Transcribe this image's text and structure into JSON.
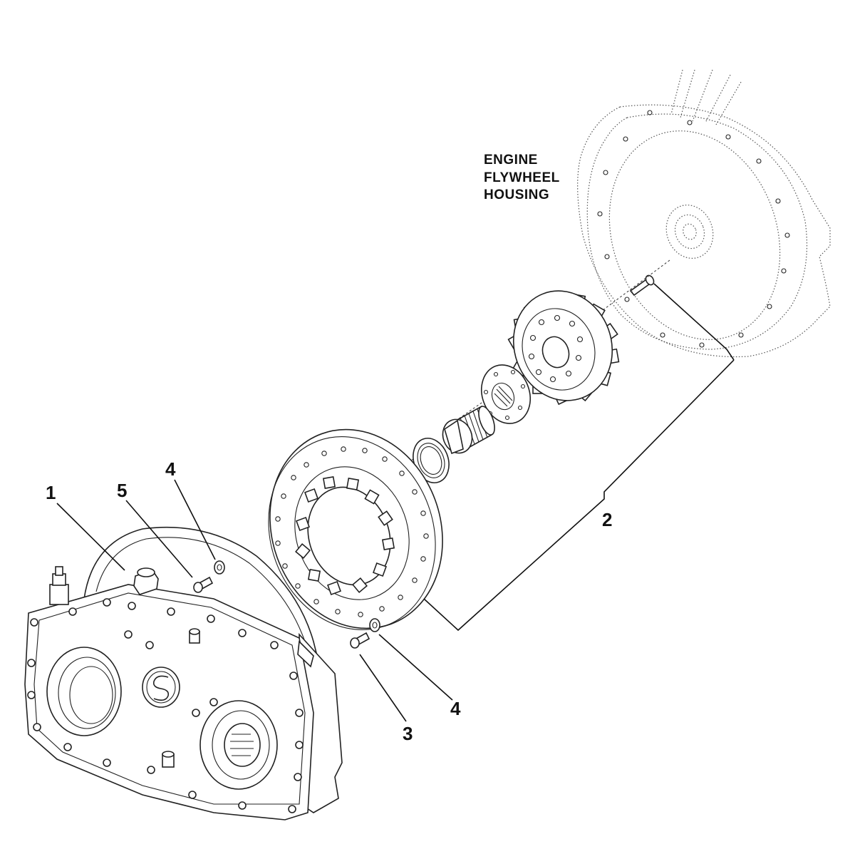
{
  "labels": {
    "engine_line1": "ENGINE",
    "engine_line2": "FLYWHEEL",
    "engine_line3": "HOUSING"
  },
  "callouts": {
    "part_1": "1",
    "part_2": "2",
    "part_3": "3",
    "part_4_upper": "4",
    "part_4_lower": "4",
    "part_5": "5"
  }
}
